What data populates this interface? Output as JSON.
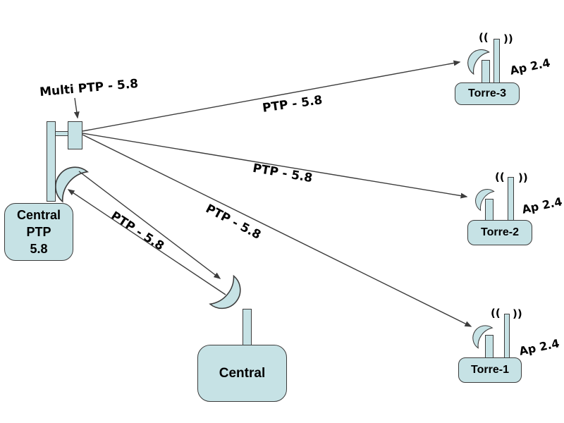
{
  "diagram_title": "",
  "colors": {
    "background": "#ffffff",
    "node_fill": "#c6e2e5",
    "node_border": "#3c3c3c",
    "line": "#3c3c3c",
    "text": "#000000"
  },
  "nodes": {
    "central_ptp": {
      "label_line1": "Central",
      "label_line2": "PTP",
      "label_line3": "5.8"
    },
    "central": {
      "label": "Central"
    }
  },
  "towers": {
    "torre3": {
      "label": "Torre-3",
      "ap_label": "Ap 2.4",
      "waves_left": "((",
      "waves_right": "))"
    },
    "torre2": {
      "label": "Torre-2",
      "ap_label": "Ap 2.4",
      "waves_left": "((",
      "waves_right": "))"
    },
    "torre1": {
      "label": "Torre-1",
      "ap_label": "Ap 2.4",
      "waves_left": "((",
      "waves_right": "))"
    }
  },
  "links": {
    "multi_ptp": {
      "label": "Multi PTP - 5.8"
    },
    "ptp_to_torre3": {
      "label": "PTP - 5.8"
    },
    "ptp_to_torre2": {
      "label": "PTP - 5.8"
    },
    "ptp_to_torre1": {
      "label": "PTP - 5.8"
    },
    "ptp_to_central": {
      "label": "PTP - 5.8"
    }
  }
}
